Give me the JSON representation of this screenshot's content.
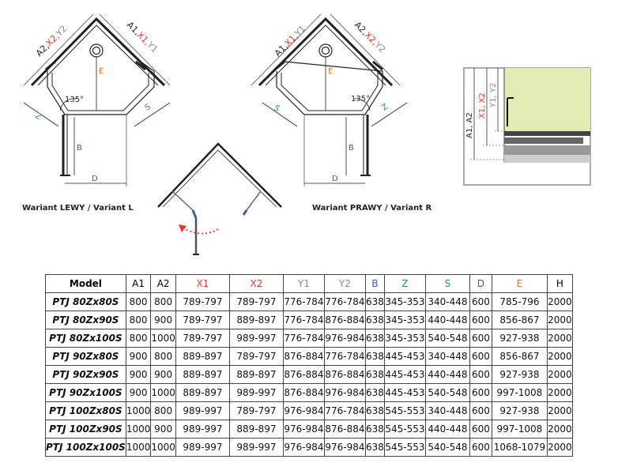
{
  "diagram_left": {
    "caption": "Wariant LEWY / Variant L",
    "labels": {
      "a2x2y2": [
        "A2,",
        "X2,",
        "Y2"
      ],
      "a1x1y1": [
        "A1,",
        "X1,",
        "Y1"
      ],
      "e": "E",
      "z": "Z",
      "s": "S",
      "angle": "135°",
      "b": "B",
      "d": "D"
    }
  },
  "diagram_right": {
    "caption": "Wariant PRAWY / Variant R",
    "labels": {
      "a1x1y1": [
        "A1,",
        "X1,",
        "Y1"
      ],
      "a2x2y2": [
        "A2,",
        "X2,",
        "Y2"
      ],
      "e": "E",
      "s": "S",
      "z": "Z",
      "angle": "135°",
      "b": "B",
      "d": "D"
    }
  },
  "side_view": {
    "labels": {
      "a": "A1, A2",
      "x": "X1, X2",
      "y": "Y1, Y2"
    }
  },
  "colors": {
    "red": "#e8352a",
    "grey": "#8a8a8a",
    "blue": "#3a5db2",
    "green": "#2f9a3c",
    "orange": "#e6742a",
    "panel": "#e2ecb4"
  },
  "table": {
    "headers": [
      {
        "label": "Model",
        "color": "#000000"
      },
      {
        "label": "A1",
        "color": "#000000"
      },
      {
        "label": "A2",
        "color": "#000000"
      },
      {
        "label": "X1",
        "color": "#e8352a"
      },
      {
        "label": "X2",
        "color": "#e8352a"
      },
      {
        "label": "Y1",
        "color": "#8a8a8a"
      },
      {
        "label": "Y2",
        "color": "#8a8a8a"
      },
      {
        "label": "B",
        "color": "#3a5db2"
      },
      {
        "label": "Z",
        "color": "#2f9a3c"
      },
      {
        "label": "S",
        "color": "#2f9a3c"
      },
      {
        "label": "D",
        "color": "#3a5db2"
      },
      {
        "label": "E",
        "color": "#e6742a"
      },
      {
        "label": "H",
        "color": "#000000"
      }
    ],
    "rows": [
      [
        "PTJ 80Zx80S",
        "800",
        "800",
        "789-797",
        "789-797",
        "776-784",
        "776-784",
        "638",
        "345-353",
        "340-448",
        "600",
        "785-796",
        "2000"
      ],
      [
        "PTJ 80Zx90S",
        "800",
        "900",
        "789-797",
        "889-897",
        "776-784",
        "876-884",
        "638",
        "345-353",
        "440-448",
        "600",
        "856-867",
        "2000"
      ],
      [
        "PTJ 80Zx100S",
        "800",
        "1000",
        "789-797",
        "989-997",
        "776-784",
        "976-984",
        "638",
        "345-353",
        "540-548",
        "600",
        "927-938",
        "2000"
      ],
      [
        "PTJ 90Zx80S",
        "900",
        "800",
        "889-897",
        "789-797",
        "876-884",
        "776-784",
        "638",
        "445-453",
        "340-448",
        "600",
        "856-867",
        "2000"
      ],
      [
        "PTJ 90Zx90S",
        "900",
        "900",
        "889-897",
        "889-897",
        "876-884",
        "876-884",
        "638",
        "445-453",
        "440-448",
        "600",
        "927-938",
        "2000"
      ],
      [
        "PTJ 90Zx100S",
        "900",
        "1000",
        "889-897",
        "989-997",
        "876-884",
        "976-984",
        "638",
        "445-453",
        "540-548",
        "600",
        "997-1008",
        "2000"
      ],
      [
        "PTJ 100Zx80S",
        "1000",
        "800",
        "989-997",
        "789-797",
        "976-984",
        "776-784",
        "638",
        "545-553",
        "340-448",
        "600",
        "927-938",
        "2000"
      ],
      [
        "PTJ 100Zx90S",
        "1000",
        "900",
        "989-997",
        "889-897",
        "976-984",
        "876-884",
        "638",
        "545-553",
        "440-448",
        "600",
        "997-1008",
        "2000"
      ],
      [
        "PTJ 100Zx100S",
        "1000",
        "1000",
        "989-997",
        "989-997",
        "976-984",
        "976-984",
        "638",
        "545-553",
        "540-548",
        "600",
        "1068-1079",
        "2000"
      ]
    ]
  }
}
